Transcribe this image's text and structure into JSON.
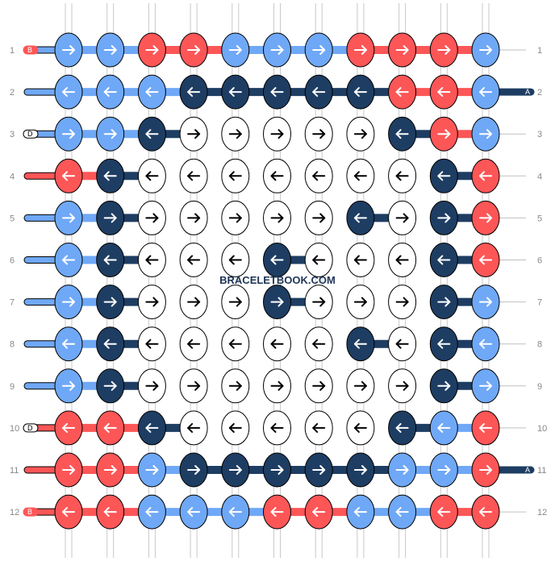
{
  "watermark": "BRACELETBOOK.COM",
  "colors": {
    "R": "#fd5657",
    "L": "#6fa8f6",
    "D": "#1e3d62",
    "W": "#ffffff",
    "outline": "#000000",
    "thread_gray": "#c9c9c9"
  },
  "start_labels": [
    "B",
    "",
    "D",
    "",
    "",
    "",
    "",
    "",
    "",
    "D",
    "",
    "B"
  ],
  "end_labels": [
    "",
    "A",
    "",
    "",
    "",
    "",
    "",
    "",
    "",
    "",
    "A",
    ""
  ],
  "row_numbers": [
    "1",
    "2",
    "3",
    "4",
    "5",
    "6",
    "7",
    "8",
    "9",
    "10",
    "11",
    "12"
  ],
  "knot_colors": [
    [
      "L",
      "L",
      "R",
      "R",
      "L",
      "L",
      "L",
      "R",
      "R",
      "R",
      "L"
    ],
    [
      "L",
      "L",
      "L",
      "D",
      "D",
      "D",
      "D",
      "D",
      "R",
      "R",
      "L"
    ],
    [
      "L",
      "L",
      "D",
      "W",
      "W",
      "W",
      "W",
      "W",
      "D",
      "R",
      "L"
    ],
    [
      "R",
      "D",
      "W",
      "W",
      "W",
      "W",
      "W",
      "W",
      "W",
      "D",
      "R"
    ],
    [
      "L",
      "D",
      "W",
      "W",
      "W",
      "W",
      "W",
      "D",
      "W",
      "D",
      "R"
    ],
    [
      "L",
      "D",
      "W",
      "W",
      "W",
      "D",
      "W",
      "W",
      "W",
      "D",
      "R"
    ],
    [
      "L",
      "D",
      "W",
      "W",
      "W",
      "D",
      "W",
      "W",
      "W",
      "D",
      "L"
    ],
    [
      "L",
      "D",
      "W",
      "W",
      "W",
      "W",
      "W",
      "D",
      "W",
      "D",
      "L"
    ],
    [
      "L",
      "D",
      "W",
      "W",
      "W",
      "W",
      "W",
      "W",
      "W",
      "D",
      "L"
    ],
    [
      "R",
      "R",
      "D",
      "W",
      "W",
      "W",
      "W",
      "W",
      "D",
      "L",
      "R"
    ],
    [
      "R",
      "R",
      "L",
      "D",
      "D",
      "D",
      "D",
      "D",
      "L",
      "L",
      "R"
    ],
    [
      "R",
      "R",
      "L",
      "L",
      "L",
      "R",
      "R",
      "L",
      "L",
      "R",
      "R"
    ]
  ],
  "knot_arrows": [
    [
      "right",
      "right",
      "right",
      "right",
      "right",
      "right",
      "right",
      "right",
      "right",
      "right",
      "right"
    ],
    [
      "left",
      "left",
      "left",
      "left",
      "left",
      "left",
      "left",
      "left",
      "left",
      "left",
      "left"
    ],
    [
      "right",
      "right",
      "left",
      "right",
      "right",
      "right",
      "right",
      "right",
      "left",
      "right",
      "right"
    ],
    [
      "left",
      "left",
      "left",
      "left",
      "left",
      "left",
      "left",
      "left",
      "left",
      "left",
      "left"
    ],
    [
      "right",
      "right",
      "right",
      "right",
      "right",
      "right",
      "right",
      "left",
      "right",
      "right",
      "right"
    ],
    [
      "left",
      "left",
      "left",
      "left",
      "left",
      "left",
      "left",
      "left",
      "left",
      "left",
      "left"
    ],
    [
      "right",
      "right",
      "right",
      "right",
      "right",
      "right",
      "right",
      "right",
      "right",
      "right",
      "right"
    ],
    [
      "left",
      "left",
      "left",
      "left",
      "left",
      "left",
      "left",
      "left",
      "left",
      "left",
      "left"
    ],
    [
      "right",
      "right",
      "right",
      "right",
      "right",
      "right",
      "right",
      "right",
      "right",
      "right",
      "right"
    ],
    [
      "left",
      "left",
      "left",
      "left",
      "left",
      "left",
      "left",
      "left",
      "left",
      "left",
      "left"
    ],
    [
      "right",
      "right",
      "right",
      "right",
      "right",
      "right",
      "right",
      "right",
      "right",
      "right",
      "right"
    ],
    [
      "left",
      "left",
      "left",
      "left",
      "left",
      "left",
      "left",
      "left",
      "left",
      "left",
      "left"
    ]
  ],
  "arrow_colors": {
    "R": "#ffffff",
    "L": "#ffffff",
    "D": "#ffffff",
    "W": "#000000"
  }
}
